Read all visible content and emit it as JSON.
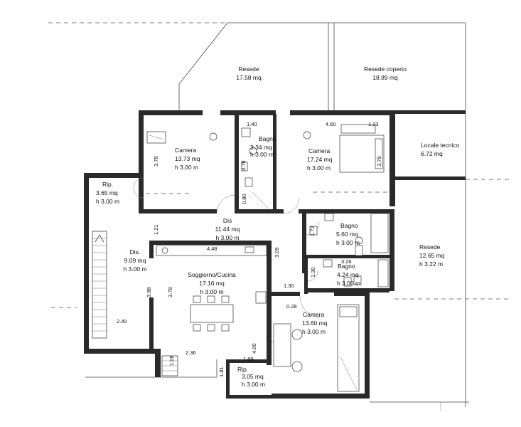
{
  "rooms": [
    {
      "id": "resede-1",
      "name": "Resede",
      "area": "17.58 mq",
      "height": ""
    },
    {
      "id": "resede-coperto",
      "name": "Resede coperto",
      "area": "18.89 mq",
      "height": ""
    },
    {
      "id": "camera-1",
      "name": "Camera",
      "area": "13.73 mq",
      "height": "h 3.00 m"
    },
    {
      "id": "bagno-1",
      "name": "Bagno",
      "area": "3.34 mq",
      "height": "h 3.00 m"
    },
    {
      "id": "camera-2",
      "name": "Camera",
      "area": "17.24 mq",
      "height": "h 3.00 m"
    },
    {
      "id": "locale-tecnico",
      "name": "Locale tecnico",
      "area": "6.72 mq",
      "height": ""
    },
    {
      "id": "rip-1",
      "name": "Rip.",
      "area": "3.65 mq",
      "height": "h 3.00 m"
    },
    {
      "id": "dis-1",
      "name": "Dis",
      "area": "11.44 mq",
      "height": "h 3.00 m"
    },
    {
      "id": "dis-2",
      "name": "Dis.",
      "area": "9.09 mq",
      "height": "h 3.00 m"
    },
    {
      "id": "bagno-2",
      "name": "Bagno",
      "area": "5.60 mq",
      "height": "h 3.00 m"
    },
    {
      "id": "resede-2",
      "name": "Resede",
      "area": "12.65 mq",
      "height": "h 3.22 m"
    },
    {
      "id": "bagno-3",
      "name": "Bagno",
      "area": "4.24 mq",
      "height": "h 3.00 m"
    },
    {
      "id": "soggiorno",
      "name": "Soggiorno/Cucina",
      "area": "17.16 mq",
      "height": "h 3.00 m"
    },
    {
      "id": "camera-3",
      "name": "Camera",
      "area": "13.60 mq",
      "height": "h 3.00 m"
    },
    {
      "id": "rip-2",
      "name": "Rip.",
      "area": "3.05 mq",
      "height": "h 3.00 m"
    }
  ],
  "dimensions": {
    "d1_40": "1.40",
    "d4_60": "4.60",
    "d1_23": "1.23",
    "d3_78a": "3.78",
    "d3_78b": "3.78",
    "d3_78c": "3.78",
    "d3_78d": "3.78",
    "d0_80": "0.80",
    "d1_21": "1.21",
    "d1_72": "1.72",
    "d3_26": "3.26",
    "d3_09": "3.09",
    "d4_48": "4.48",
    "d3_88": "3.88",
    "d1_30a": "1.30",
    "d1_30b": "1.30",
    "d0_28": "0.28",
    "d2_40": "2.40",
    "d4_00": "4.00",
    "d2_36": "2.36",
    "d1_08": "1.08",
    "d1_69": "1.69",
    "d1_81": "1.81"
  }
}
